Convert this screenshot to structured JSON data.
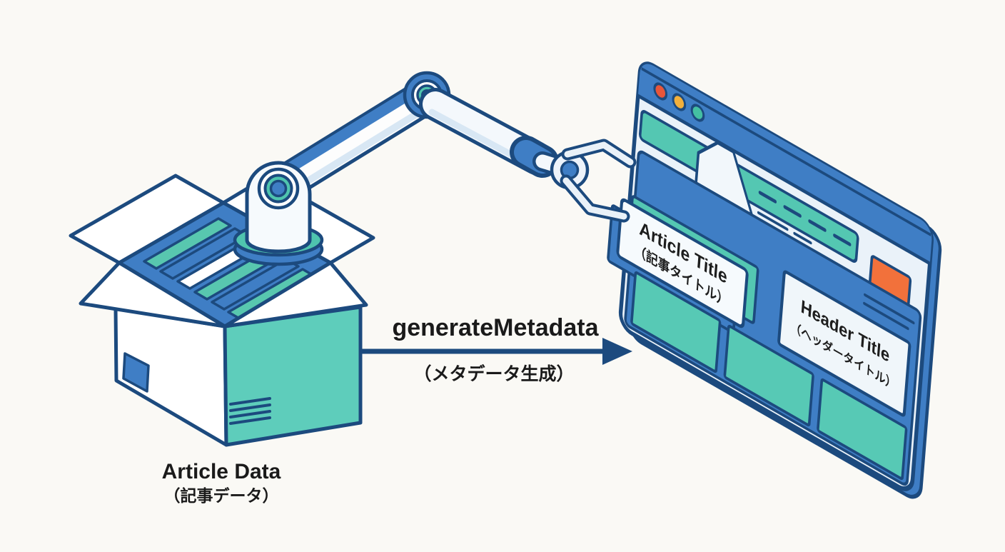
{
  "diagram_title": "generateMetadata flow diagram",
  "process": {
    "function_name": "generateMetadata",
    "label_jp": "（メタデータ生成）",
    "arrow_direction": "right"
  },
  "box": {
    "label_en": "Article Data",
    "label_jp": "（記事データ）",
    "contents": "stacked article bars (alternating teal and blue)",
    "shipping_label_icon": "blue-label",
    "address_lines_icon": "address-lines"
  },
  "robot": {
    "description": "robot arm moving article title from box into browser",
    "parts": [
      "base-joint",
      "upper-arm",
      "elbow-joint",
      "forearm",
      "wrist-joint",
      "gripper-claws"
    ]
  },
  "browser": {
    "traffic_lights": [
      "#e8563a",
      "#f2b03c",
      "#44bfa2"
    ],
    "traffic_light_names": [
      "close-dot-red",
      "minimize-dot-orange",
      "expand-dot-teal"
    ],
    "search_bar": {
      "style": "teal bar with dashed placeholder text"
    },
    "folder_tab_icon": "folder-tab",
    "slab": {
      "title_en": "Article Title",
      "title_jp": "（記事タイトル）"
    },
    "header_panel": {
      "title_en": "Header Title",
      "title_jp": "（ヘッダータイトル）"
    },
    "orange_button": "accent-button",
    "content_cards": 3
  },
  "colors": {
    "outline_navy": "#1c4a7e",
    "primary_blue": "#3f7ec5",
    "teal": "#54c7b2",
    "teal_face": "#5ecdbb",
    "accent_orange": "#f2713b",
    "panel_light": "#f0f6fa",
    "background": "#faf9f5",
    "text_dark": "#1a1a1a"
  }
}
